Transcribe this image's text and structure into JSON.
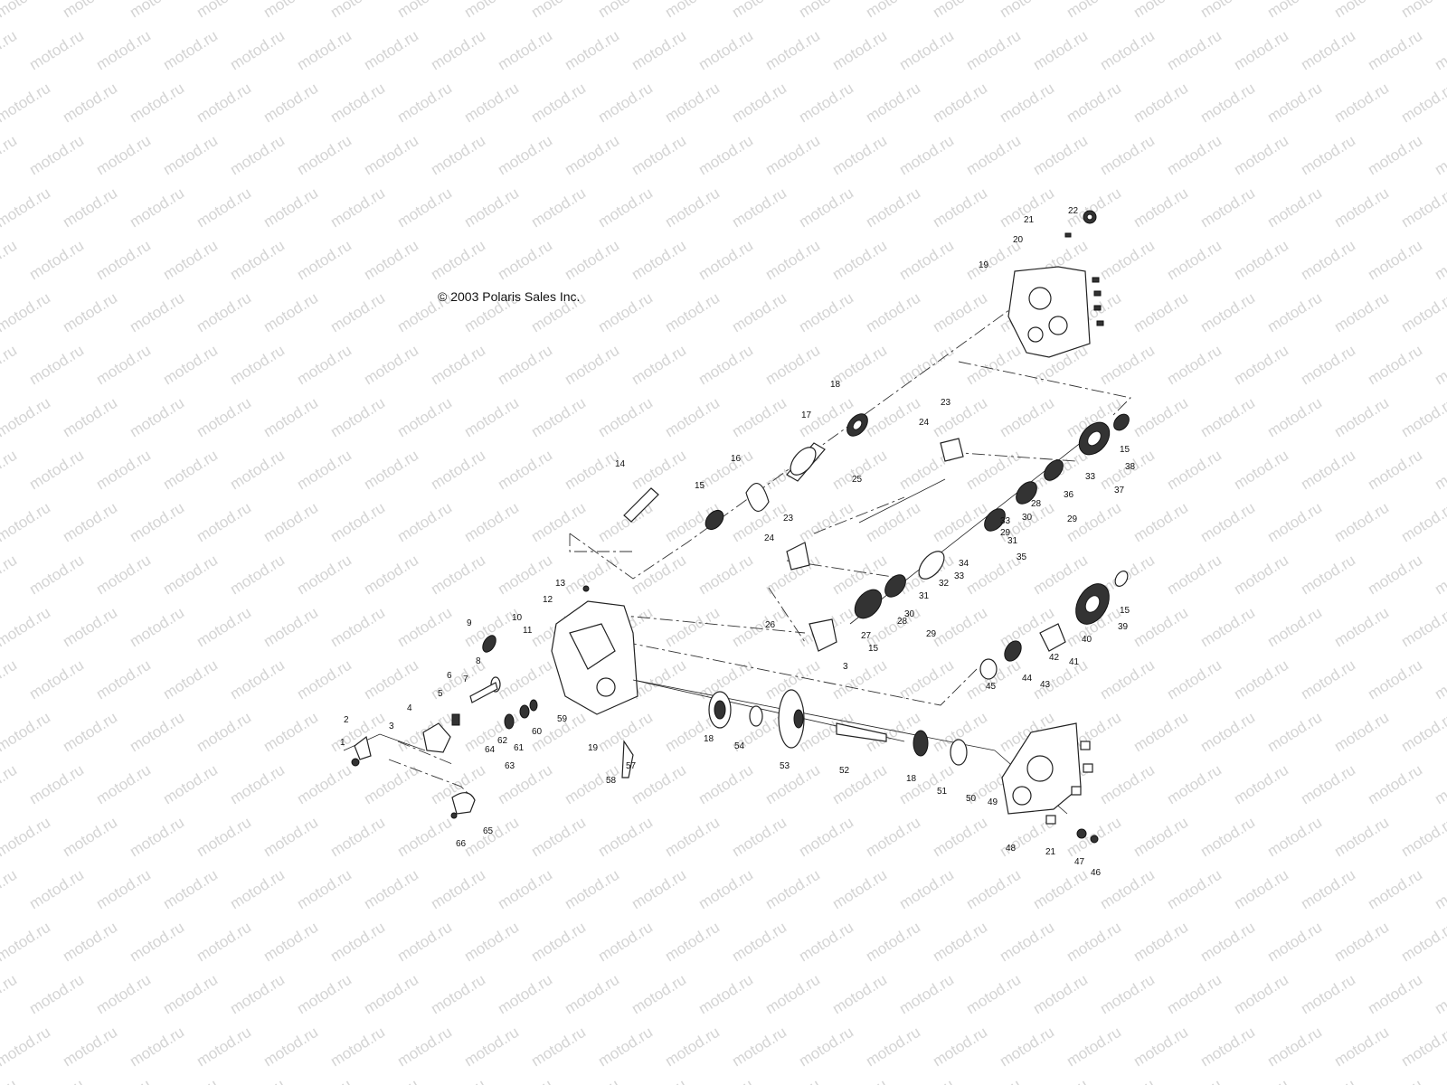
{
  "copyright": "© 2003 Polaris Sales Inc.",
  "watermark": "motod.ru",
  "callouts": [
    "1",
    "2",
    "3",
    "4",
    "5",
    "6",
    "7",
    "8",
    "9",
    "10",
    "11",
    "12",
    "13",
    "14",
    "15",
    "16",
    "17",
    "18",
    "19",
    "20",
    "21",
    "22",
    "23",
    "24",
    "25",
    "26",
    "27",
    "28",
    "29",
    "30",
    "31",
    "32",
    "33",
    "34",
    "35",
    "36",
    "37",
    "38",
    "39",
    "40",
    "41",
    "42",
    "43",
    "44",
    "45",
    "46",
    "47",
    "48",
    "49",
    "50",
    "51",
    "52",
    "53",
    "54",
    "57",
    "58",
    "59",
    "60",
    "61",
    "62",
    "63",
    "64",
    "65",
    "66"
  ]
}
